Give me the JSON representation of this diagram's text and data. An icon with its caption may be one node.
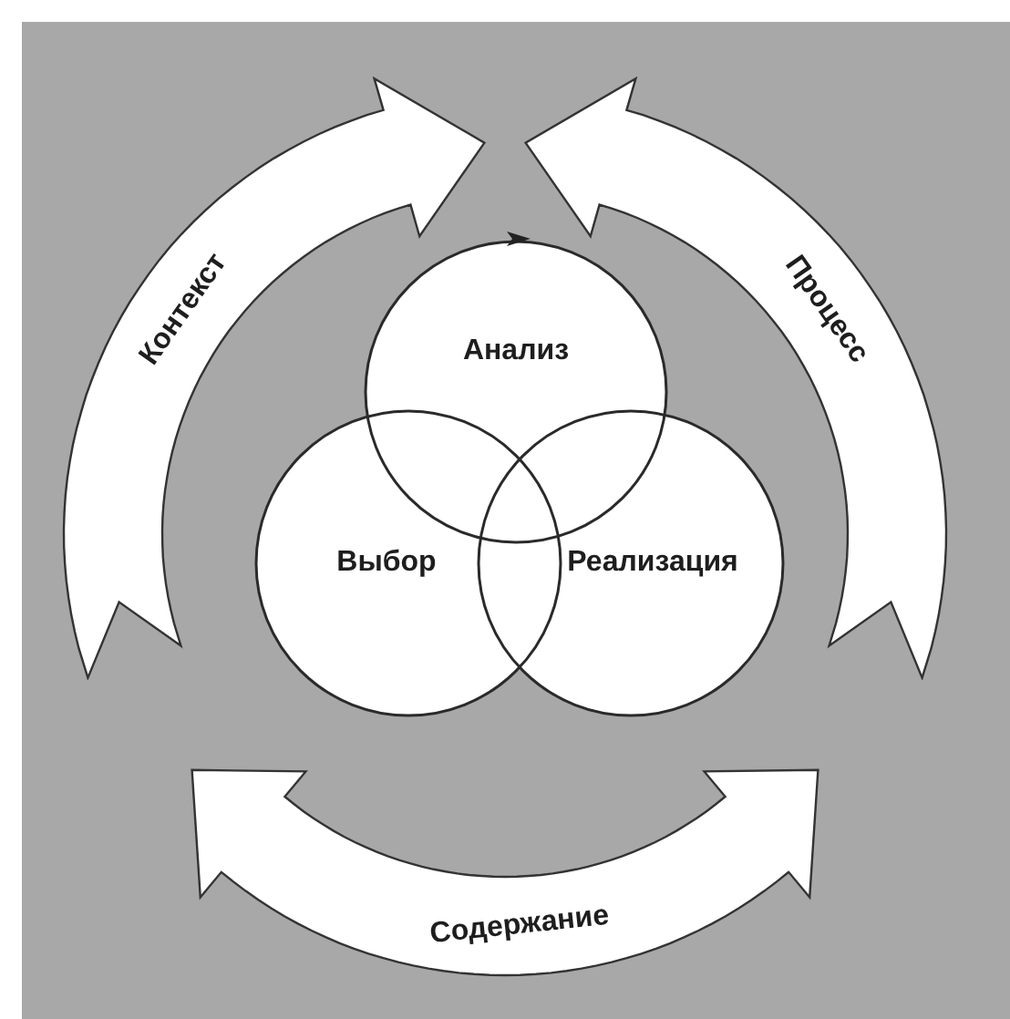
{
  "diagram": {
    "nodes": [
      {
        "text": [
          "Контекст"
        ]
      },
      {
        "text": [
          "Процесс"
        ]
      },
      {
        "text": [
          "Содержание"
        ]
      },
      {
        "text": [
          "Анализ"
        ]
      },
      {
        "text": [
          "Выбор"
        ]
      },
      {
        "text": [
          "Реализация"
        ]
      }
    ]
  }
}
